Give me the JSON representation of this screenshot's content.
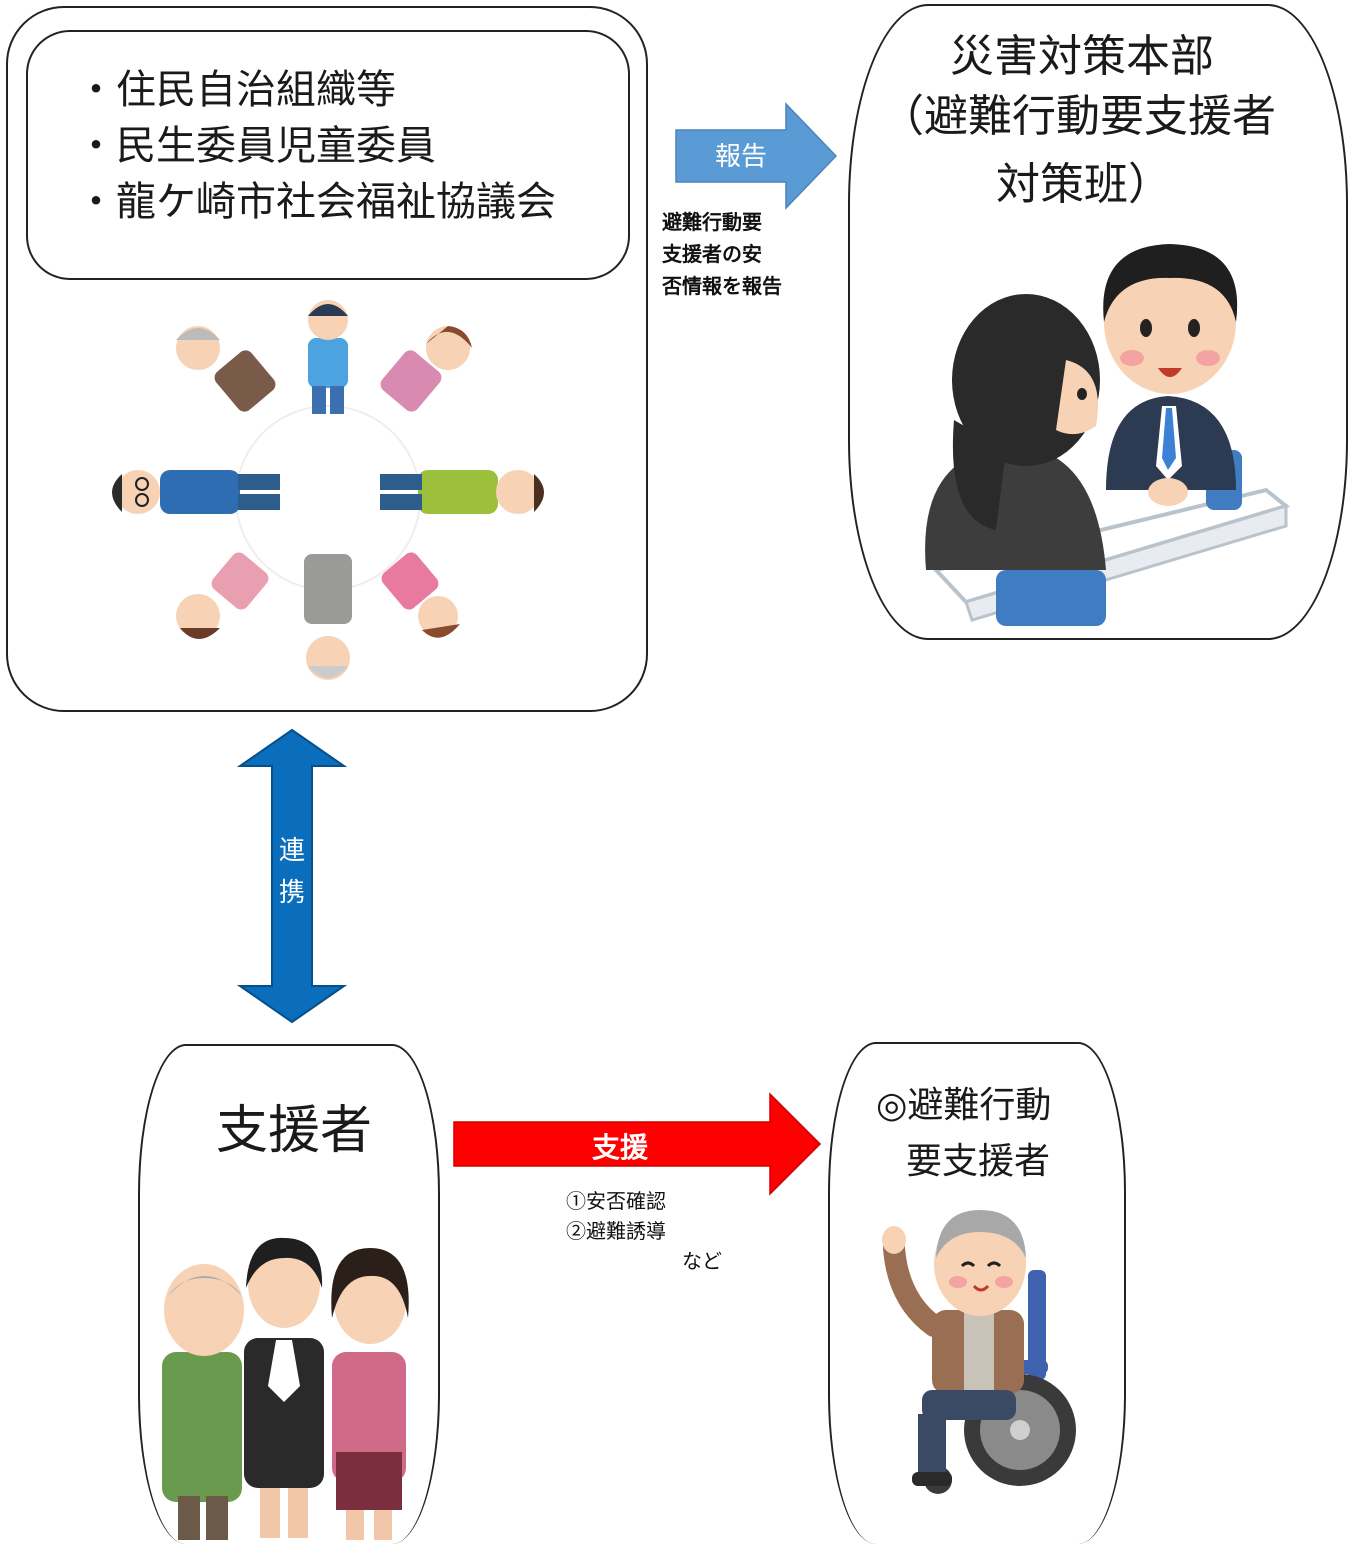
{
  "community_box": {
    "items": [
      "・住民自治組織等",
      "・民生委員児童委員",
      "・龍ケ崎市社会福祉協議会"
    ]
  },
  "hq_box": {
    "line1": "災害対策本部",
    "line2": "（避難行動要支援者",
    "line3": "対策班）"
  },
  "report_arrow": {
    "label": "報告",
    "caption_lines": [
      "避難行動要",
      "支援者の安",
      "否情報を報告"
    ],
    "color": "#5b9bd5"
  },
  "link_arrow": {
    "label_lines": [
      "連",
      "携"
    ],
    "color": "#0a6ebd"
  },
  "supporter_box": {
    "title": "支援者"
  },
  "support_arrow": {
    "label": "支援",
    "caption_lines": [
      "①安否確認",
      "②避難誘導",
      "など"
    ],
    "color": "#ff0000"
  },
  "target_box": {
    "line1": "◎避難行動",
    "line2": "要支援者"
  }
}
